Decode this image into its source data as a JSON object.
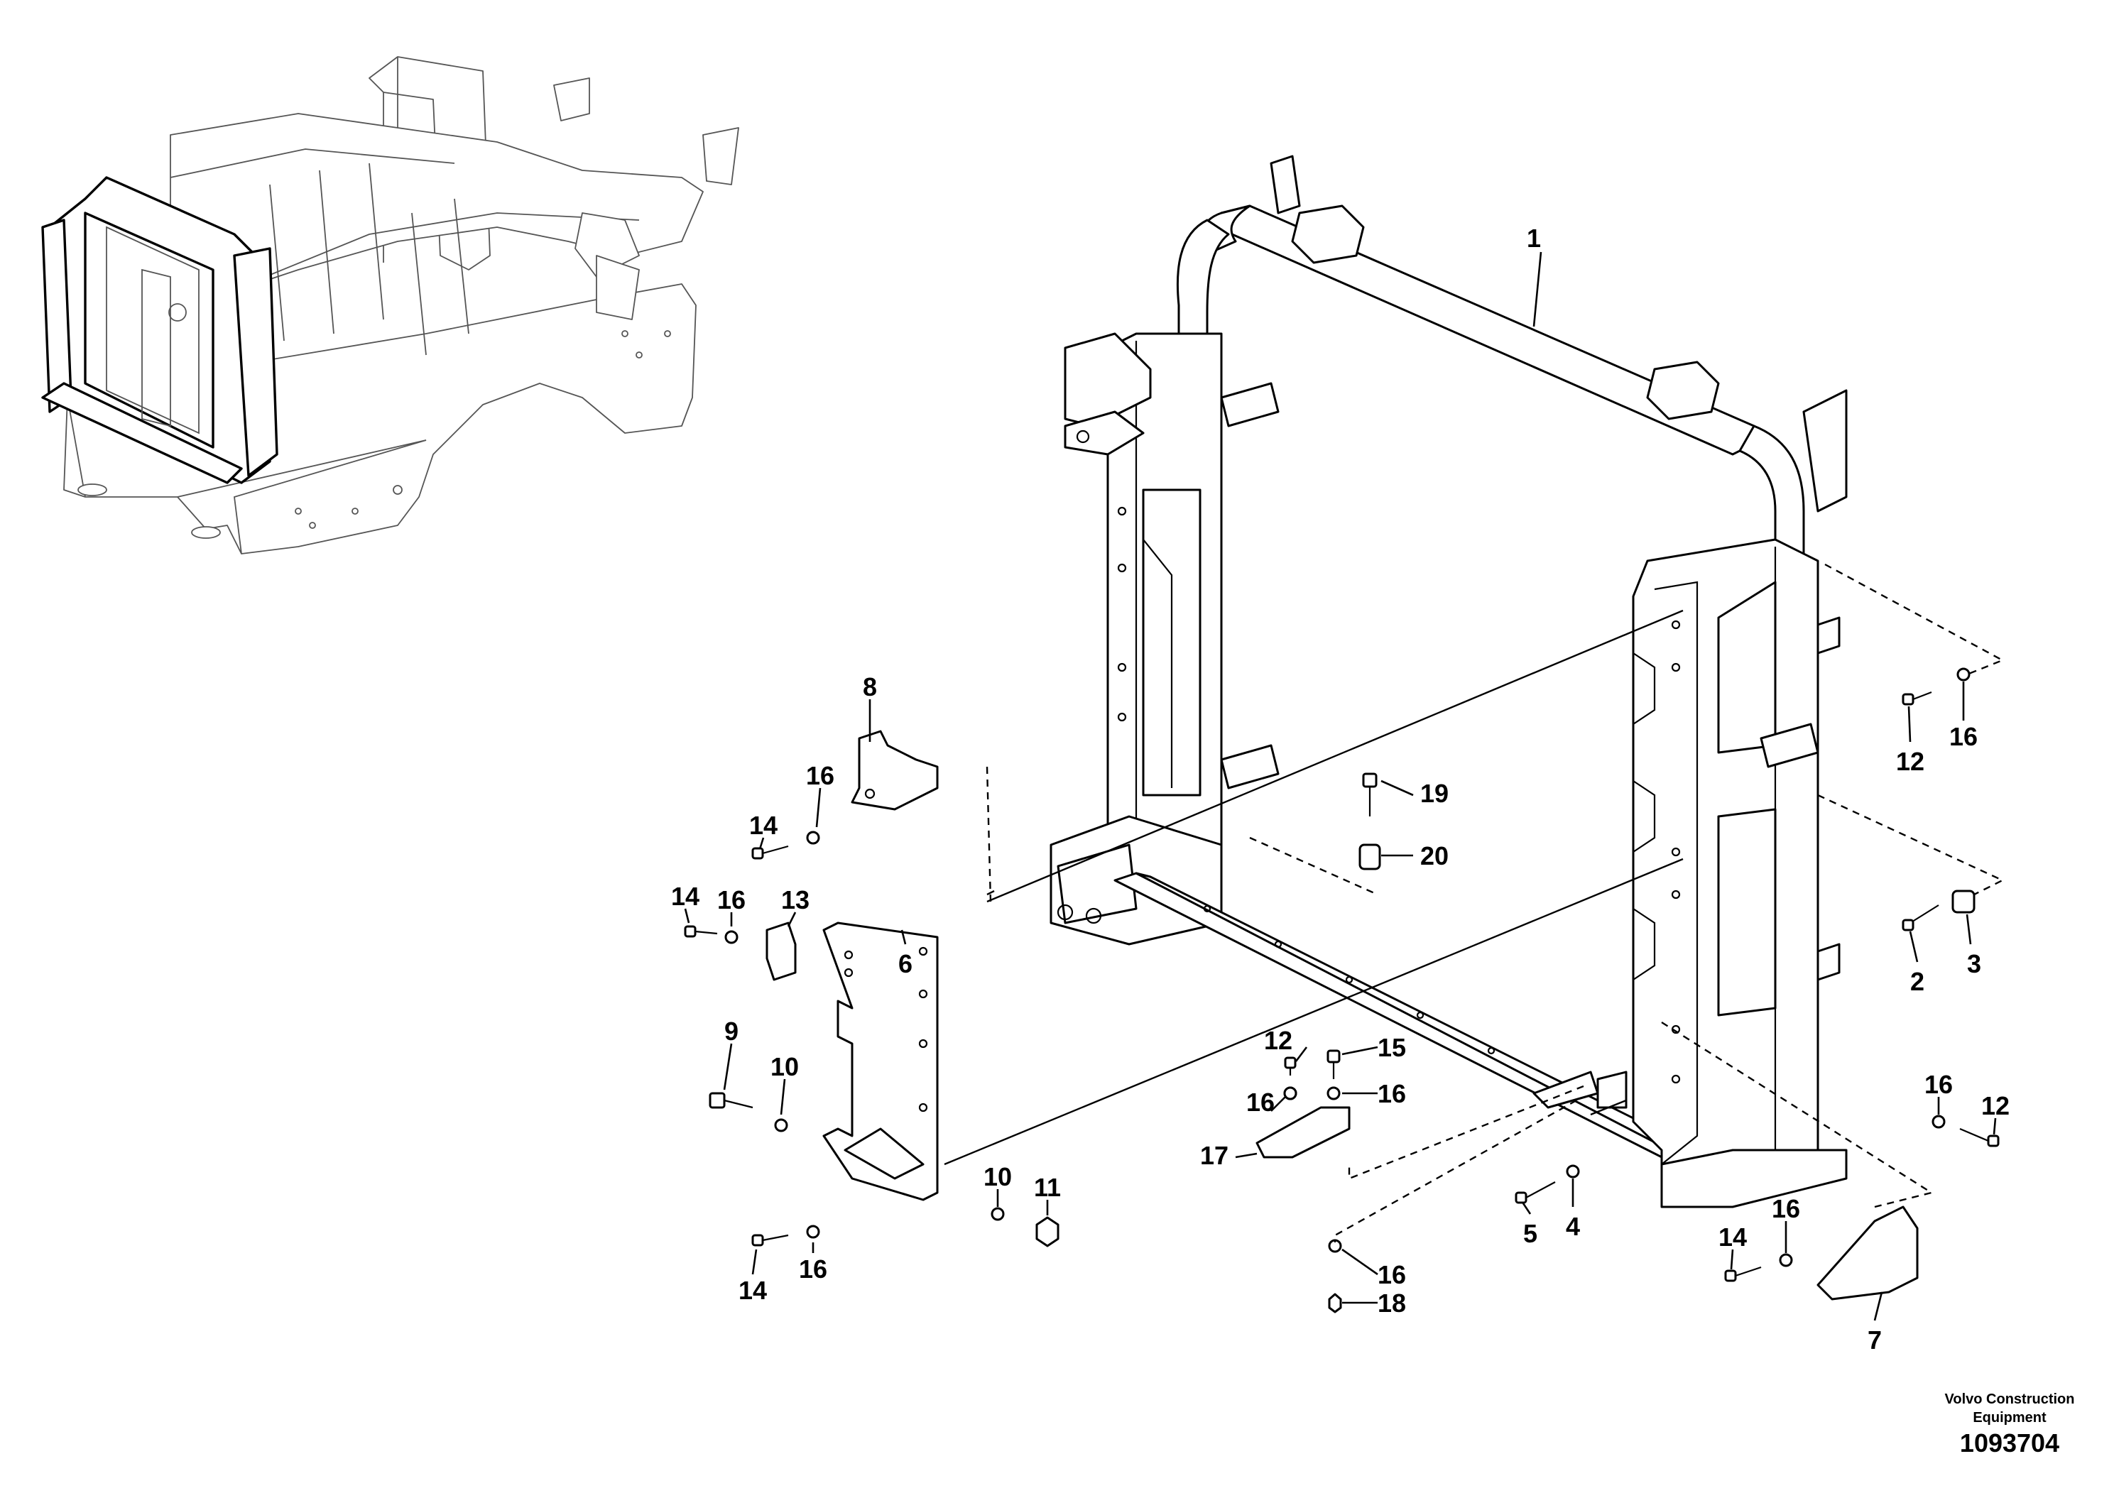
{
  "brand": {
    "line1": "Volvo Construction",
    "line2": "Equipment"
  },
  "reference_number": "1093704",
  "callouts": [
    {
      "id": "c1",
      "label": "1"
    },
    {
      "id": "c2",
      "label": "2"
    },
    {
      "id": "c3",
      "label": "3"
    },
    {
      "id": "c4",
      "label": "4"
    },
    {
      "id": "c5",
      "label": "5"
    },
    {
      "id": "c6",
      "label": "6"
    },
    {
      "id": "c7",
      "label": "7"
    },
    {
      "id": "c8",
      "label": "8"
    },
    {
      "id": "c9",
      "label": "9"
    },
    {
      "id": "c10a",
      "label": "10"
    },
    {
      "id": "c10b",
      "label": "10"
    },
    {
      "id": "c11",
      "label": "11"
    },
    {
      "id": "c12a",
      "label": "12"
    },
    {
      "id": "c12b",
      "label": "12"
    },
    {
      "id": "c12c",
      "label": "12"
    },
    {
      "id": "c13",
      "label": "13"
    },
    {
      "id": "c14a",
      "label": "14"
    },
    {
      "id": "c14b",
      "label": "14"
    },
    {
      "id": "c14c",
      "label": "14"
    },
    {
      "id": "c14d",
      "label": "14"
    },
    {
      "id": "c15",
      "label": "15"
    },
    {
      "id": "c16a",
      "label": "16"
    },
    {
      "id": "c16b",
      "label": "16"
    },
    {
      "id": "c16c",
      "label": "16"
    },
    {
      "id": "c16d",
      "label": "16"
    },
    {
      "id": "c16e",
      "label": "16"
    },
    {
      "id": "c16f",
      "label": "16"
    },
    {
      "id": "c16g",
      "label": "16"
    },
    {
      "id": "c16h",
      "label": "16"
    },
    {
      "id": "c16i",
      "label": "16"
    },
    {
      "id": "c17",
      "label": "17"
    },
    {
      "id": "c18",
      "label": "18"
    },
    {
      "id": "c19",
      "label": "19"
    },
    {
      "id": "c20",
      "label": "20"
    }
  ]
}
